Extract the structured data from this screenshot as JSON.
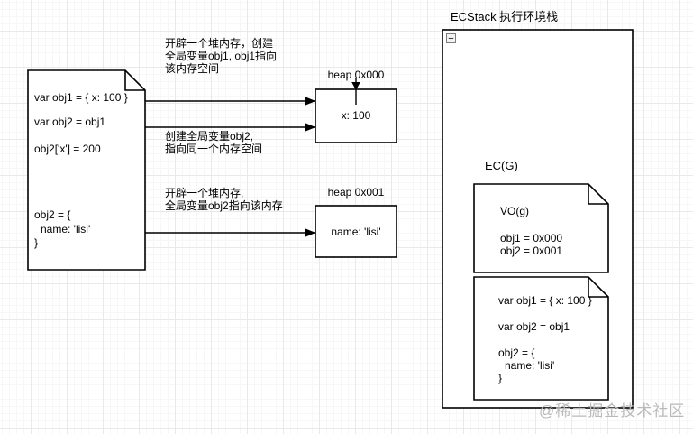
{
  "title": "ECStack 执行环境栈",
  "watermark": "@稀土掘金技术社区",
  "colors": {
    "shape_stroke": "#000000",
    "shape_fill": "#ffffff",
    "grid_major": "#e9e9e9",
    "grid_minor": "#f7f7f7",
    "watermark": "#b9b9b9"
  },
  "left_code_note": {
    "lines": [
      "var obj1 = { x: 100 }",
      "var obj2 = obj1",
      "obj2['x'] = 200",
      "obj2 = {",
      "name: 'lisi'",
      "}"
    ]
  },
  "annotations": {
    "create_obj1": "开辟一个堆内存，创建\n全局变量obj1, obj1指向\n该内存空间",
    "create_obj2": "创建全局变量obj2,\n指向同一个内存空间",
    "new_heap_obj2": "开辟一个堆内存,\n全局变量obj2指向该内存"
  },
  "heap_0x000": {
    "label": "heap 0x000",
    "content": "x: 100"
  },
  "heap_0x001": {
    "label": "heap 0x001",
    "content": "name: 'lisi'"
  },
  "ecstack": {
    "collapse_glyph": "−",
    "ec_g_label": "EC(G)",
    "vo_note": {
      "title": "VO(g)",
      "lines": [
        "obj1 = 0x000",
        "obj2 = 0x001"
      ]
    },
    "code_note": {
      "lines": [
        "var obj1 = { x: 100 }",
        "var obj2 = obj1",
        "obj2 = {",
        "name: 'lisi'",
        "}"
      ]
    }
  }
}
